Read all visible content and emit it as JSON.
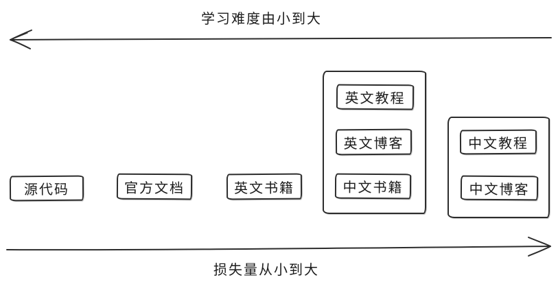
{
  "diagram": {
    "top_axis": {
      "label": "学习难度由小到大",
      "direction": "left"
    },
    "bottom_axis": {
      "label": "损失量从小到大",
      "direction": "right"
    },
    "colors": {
      "stroke": "#2c2c2c",
      "text": "#1c1c1c",
      "background": "#ffffff"
    }
  },
  "items": [
    {
      "label": "源代码"
    },
    {
      "label": "官方文档"
    },
    {
      "label": "英文书籍"
    }
  ],
  "groups": [
    {
      "items": [
        {
          "label": "英文教程"
        },
        {
          "label": "英文博客"
        },
        {
          "label": "中文书籍"
        }
      ]
    },
    {
      "items": [
        {
          "label": "中文教程"
        },
        {
          "label": "中文博客"
        }
      ]
    }
  ]
}
